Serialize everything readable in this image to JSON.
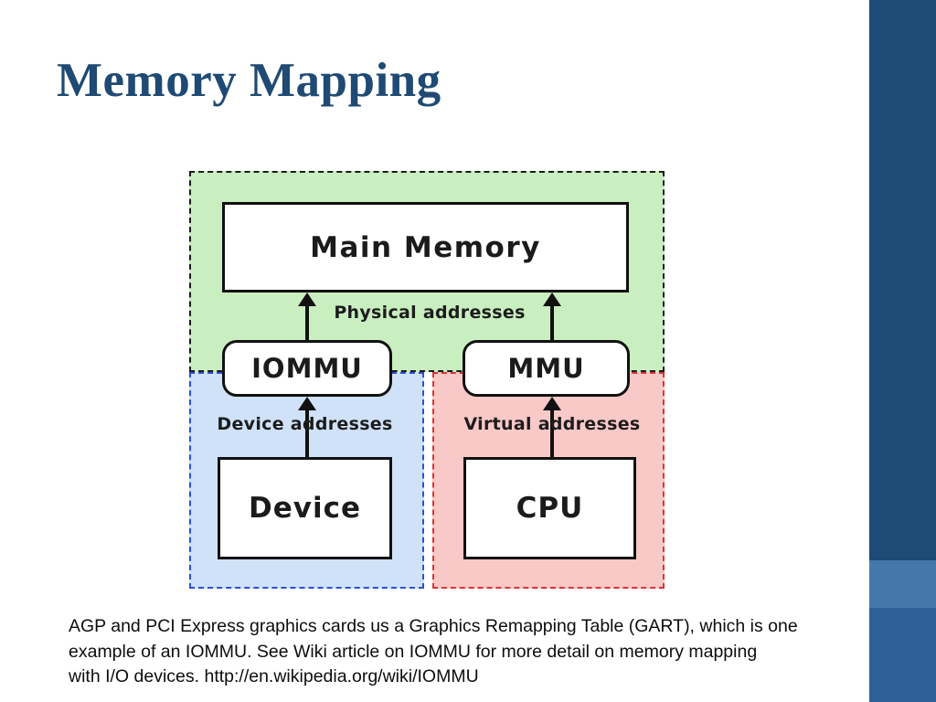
{
  "slide": {
    "title": "Memory Mapping",
    "caption_lines": [
      "AGP and PCI Express graphics cards us a Graphics Remapping Table (GART), which is one",
      "example of an IOMMU. See Wiki article on IOMMU for more detail on memory mapping",
      "with I/O devices. http://en.wikipedia.org/wiki/IOMMU"
    ]
  },
  "diagram": {
    "boxes": {
      "main_memory": "Main Memory",
      "iommu": "IOMMU",
      "mmu": "MMU",
      "device": "Device",
      "cpu": "CPU"
    },
    "labels": {
      "physical": "Physical addresses",
      "device": "Device addresses",
      "virtual": "Virtual addresses"
    }
  },
  "colors": {
    "title_text": "#1E4A74",
    "accent_bar_dark": "#1D4A76",
    "accent_bar_light": "#4478AB",
    "accent_bar_medium": "#2D6094",
    "region_physical_fill": "#C9EEC0",
    "region_device_fill": "#CFE2F8",
    "region_virtual_fill": "#F9C9C7",
    "region_device_border": "#2B4FD8",
    "region_virtual_border": "#DD3333",
    "diagram_ink": "#111111"
  }
}
